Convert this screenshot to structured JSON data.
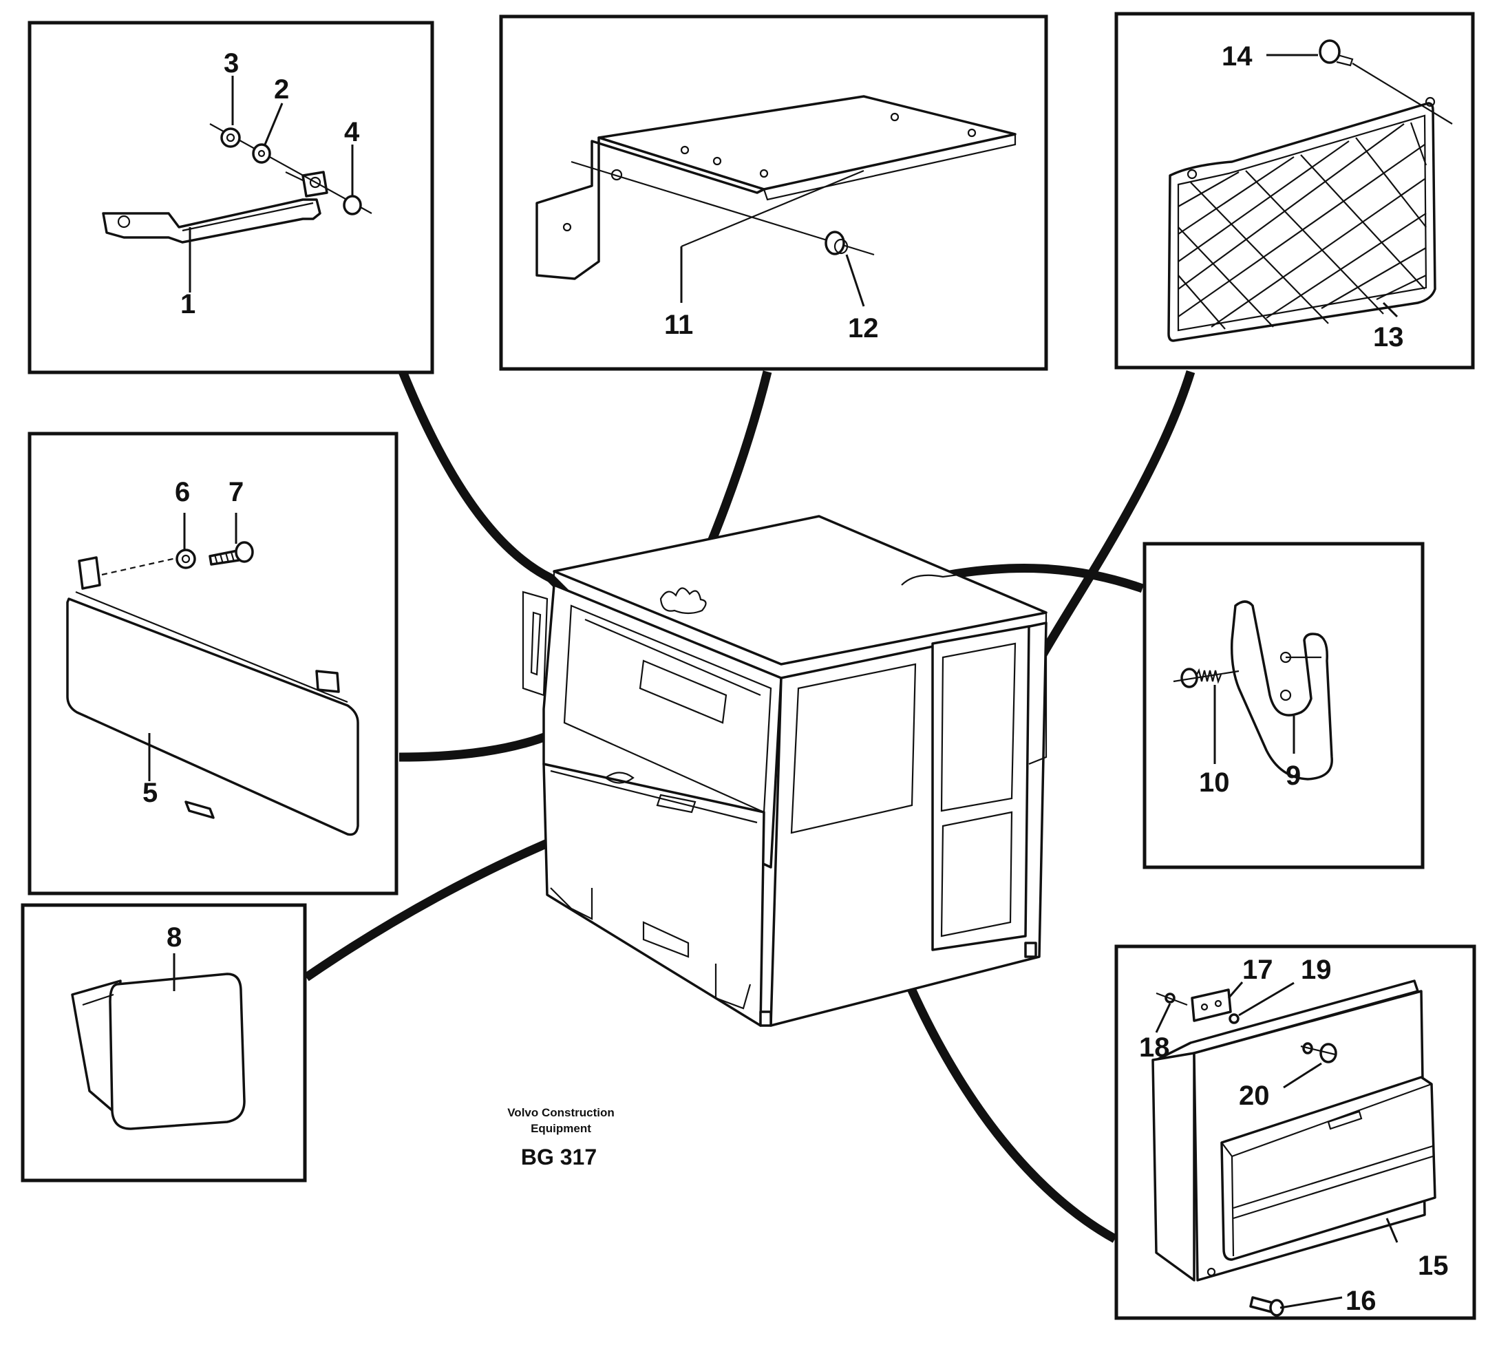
{
  "caption": {
    "company_line1": "Volvo Construction",
    "company_line2": "Equipment",
    "figure_code": "BG 317"
  },
  "callouts": [
    "1",
    "2",
    "3",
    "4",
    "5",
    "6",
    "7",
    "8",
    "9",
    "10",
    "11",
    "12",
    "13",
    "14",
    "15",
    "16",
    "17",
    "18",
    "19",
    "20"
  ],
  "panels": [
    {
      "name": "panel-handle",
      "parts": [
        "1",
        "2",
        "3",
        "4"
      ]
    },
    {
      "name": "panel-roof-plate",
      "parts": [
        "11",
        "12"
      ]
    },
    {
      "name": "panel-net",
      "parts": [
        "13",
        "14"
      ]
    },
    {
      "name": "panel-sun-visor",
      "parts": [
        "5",
        "6",
        "7"
      ]
    },
    {
      "name": "panel-hook",
      "parts": [
        "9",
        "10"
      ]
    },
    {
      "name": "panel-ashtray",
      "parts": [
        "8"
      ]
    },
    {
      "name": "panel-storage-box",
      "parts": [
        "15",
        "16",
        "17",
        "18",
        "19",
        "20"
      ]
    }
  ],
  "center_object": "cab"
}
